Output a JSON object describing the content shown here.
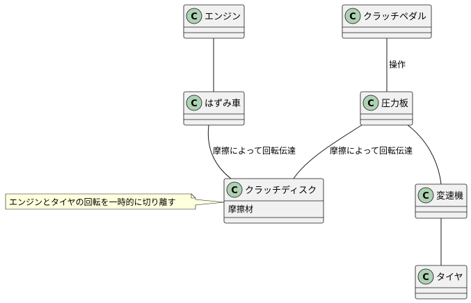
{
  "classes": {
    "engine": {
      "badge": "C",
      "name": "エンジン"
    },
    "clutch_pedal": {
      "badge": "C",
      "name": "クラッチペダル"
    },
    "flywheel": {
      "badge": "C",
      "name": "はずみ車"
    },
    "pressure_plate": {
      "badge": "C",
      "name": "圧力板"
    },
    "clutch_disc": {
      "badge": "C",
      "name": "クラッチディスク",
      "attribute": "摩擦材"
    },
    "transmission": {
      "badge": "C",
      "name": "変速機"
    },
    "tire": {
      "badge": "C",
      "name": "タイヤ"
    }
  },
  "edges": {
    "pedal_to_plate": "操作",
    "flywheel_to_disc": "摩擦によって回転伝達",
    "plate_to_disc": "摩擦によって回転伝達"
  },
  "note": "エンジンとタイヤの回転を一時的に切り離す",
  "colors": {
    "class_fill": "#f1f1f1",
    "badge_fill": "#add1b2",
    "note_fill": "#feffdd",
    "line": "#181818"
  }
}
